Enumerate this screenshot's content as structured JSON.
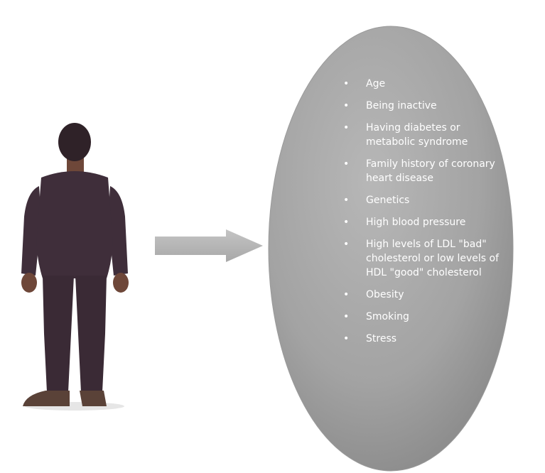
{
  "risk_factors": [
    "Age",
    "Being inactive",
    "Having diabetes or metabolic syndrome",
    "Family history of coronary heart disease",
    "Genetics",
    "High blood pressure",
    "High levels of LDL \"bad\" cholesterol or low levels of HDL \"good\" cholesterol",
    "Obesity",
    "Smoking",
    "Stress"
  ],
  "bullet": "•",
  "colors": {
    "ellipse_fill": "#a3a3a3",
    "ellipse_fill_light": "#b7b7b7",
    "ellipse_fill_dark": "#858585",
    "arrow_fill": "#b3b3b3",
    "person_body": "#3f2e3a",
    "person_skin": "#6e4739",
    "person_shoes": "#5a4238",
    "list_text": "#ffffff"
  },
  "icons": {
    "person": "person-back-view-icon",
    "arrow": "right-arrow-icon"
  }
}
